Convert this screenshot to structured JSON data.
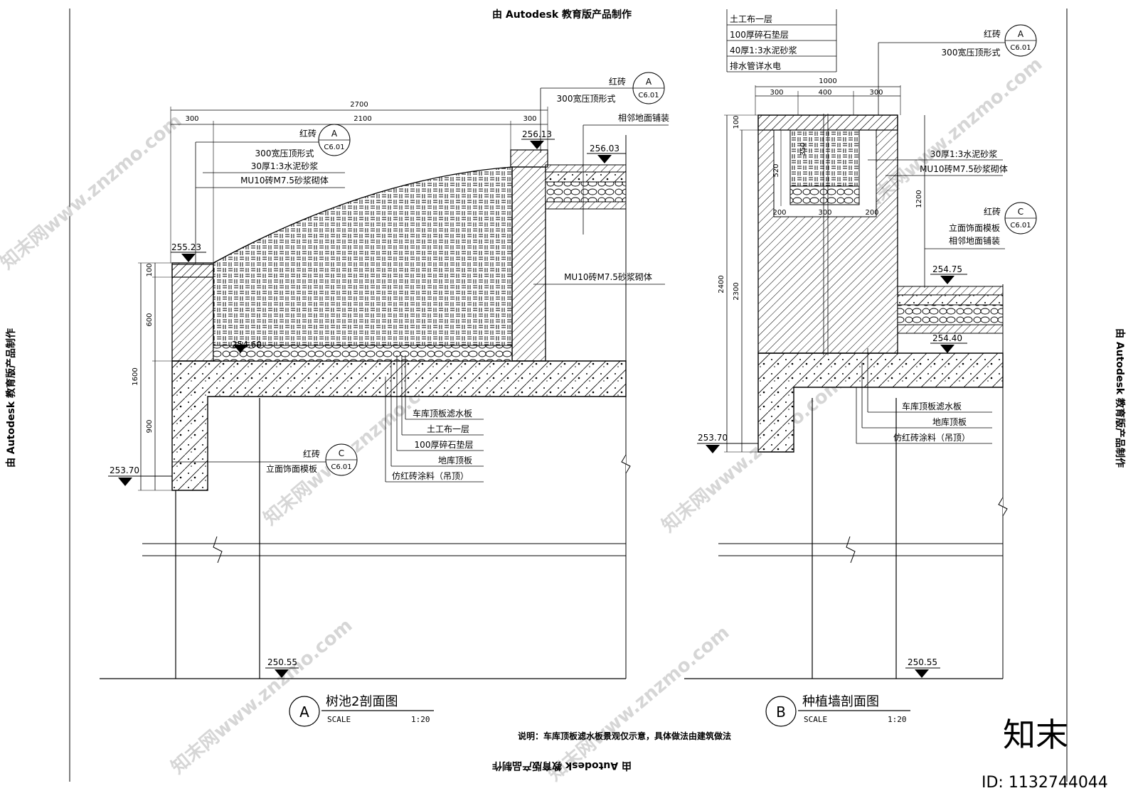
{
  "stamps": {
    "edu": "由 Autodesk 教育版产品制作"
  },
  "section_a": {
    "title": "树池2剖面图",
    "scale_label": "SCALE",
    "scale_value": "1:20",
    "symbol": "A",
    "dims": {
      "total": "2700",
      "left": "300",
      "mid": "2100",
      "right": "300",
      "h100": "100",
      "h600": "600",
      "h900": "900",
      "h1600": "1600"
    },
    "elevations": {
      "e1": "255.23",
      "e2": "256.13",
      "e3": "256.03",
      "e4": "254.60",
      "e5": "253.70",
      "e6": "250.55"
    },
    "labels": {
      "brick_top": "红砖",
      "cap_top": "300宽压顶形式",
      "adj_paving": "相邻地面铺装",
      "brick_left": "红砖",
      "cap_left": "300宽压顶形式",
      "mortar": "30厚1:3水泥砂浆",
      "masonry_left": "MU10砖M7.5砂浆砌体",
      "masonry_right": "MU10砖M7.5砂浆砌体",
      "filter": "车库顶板滤水板",
      "geotextile": "土工布一层",
      "gravel": "100厚碎石垫层",
      "roof_slab": "地库顶板",
      "paint": "仿红砖涂料（吊顶）",
      "brick_c": "红砖",
      "facade": "立面饰面模板"
    },
    "refs": {
      "r1": "A",
      "r1s": "C6.01",
      "r2": "A",
      "r2s": "C6.01",
      "r3": "C",
      "r3s": "C6.01"
    }
  },
  "section_b": {
    "title": "种植墙剖面图",
    "scale_label": "SCALE",
    "scale_value": "1:20",
    "symbol": "B",
    "dims": {
      "total": "1000",
      "d300a": "300",
      "d400": "400",
      "d300b": "300",
      "h100": "100",
      "h350": "350",
      "h520": "520",
      "h1200": "1200",
      "h2400": "2400",
      "h2300": "2300",
      "w200a": "200",
      "w300": "300",
      "w200b": "200"
    },
    "elevations": {
      "e1": "254.75",
      "e2": "254.40",
      "e3": "253.70",
      "e4": "250.55"
    },
    "labels": {
      "geotextile": "土工布一层",
      "gravel": "100厚碎石垫层",
      "mortar40": "40厚1:3水泥砂浆",
      "drain": "排水管详水电",
      "brick_a": "红砖",
      "cap": "300宽压顶形式",
      "mortar30": "30厚1:3水泥砂浆",
      "masonry": "MU10砖M7.5砂浆砌体",
      "brick_c": "红砖",
      "facade": "立面饰面模板",
      "adj_paving": "相邻地面铺装",
      "filter": "车库顶板滤水板",
      "roof_slab": "地库顶板",
      "paint": "仿红砖涂料（吊顶）"
    },
    "refs": {
      "r1": "A",
      "r1s": "C6.01",
      "r2": "C",
      "r2s": "C6.01"
    }
  },
  "note": "说明：车库顶板滤水板景观仅示意，具体做法由建筑做法",
  "watermark": {
    "brand": "知末",
    "id": "ID: 1132744044",
    "site": "知末网www.znzmo.com"
  }
}
